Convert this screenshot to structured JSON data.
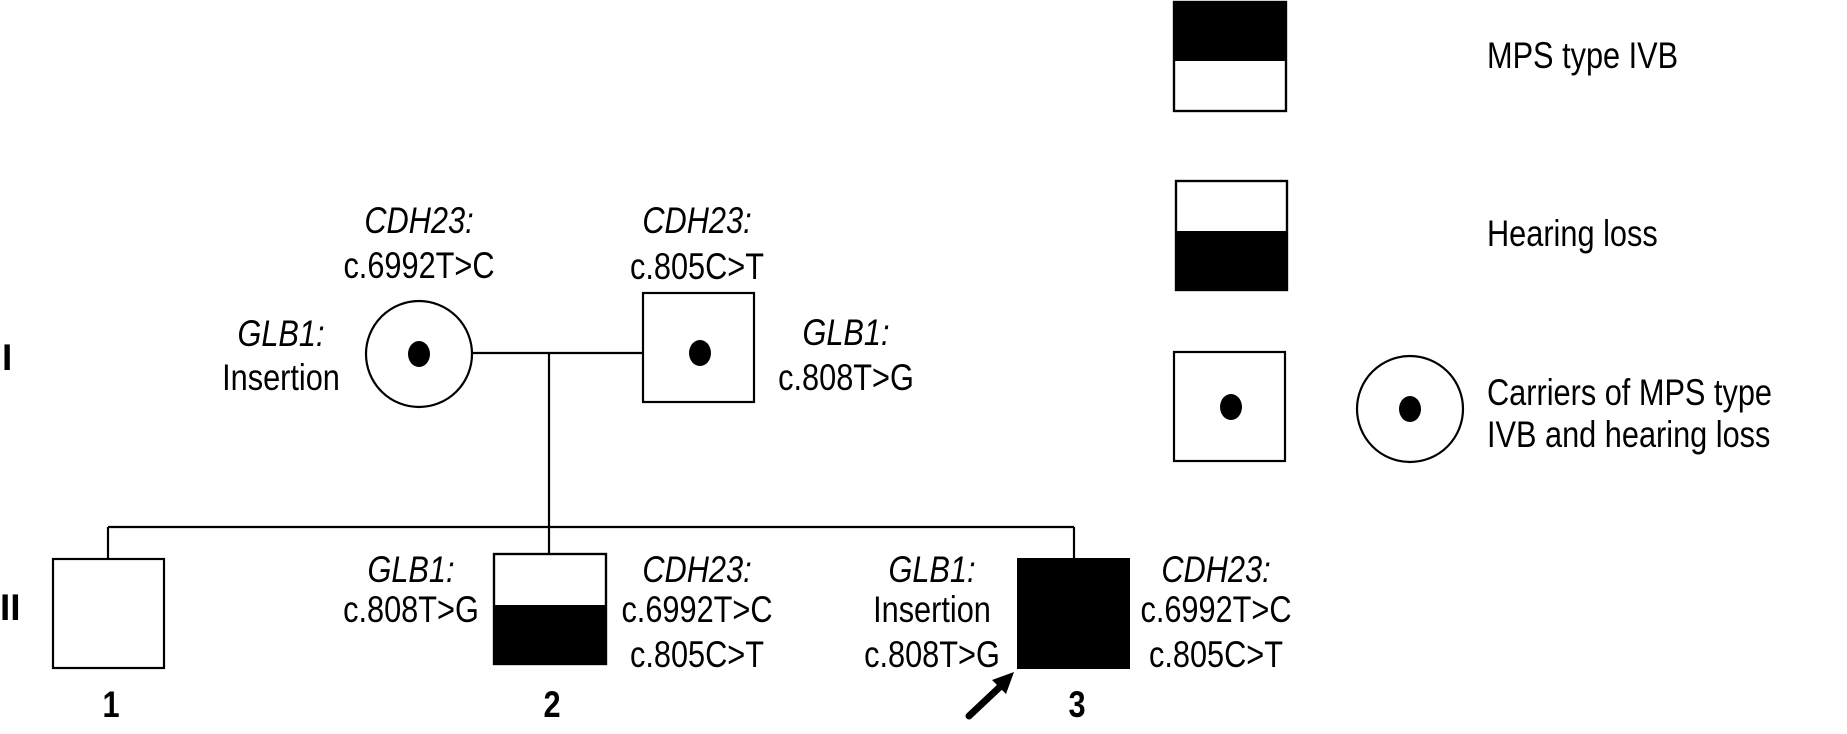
{
  "colors": {
    "ink": "#000000",
    "background": "#ffffff"
  },
  "generations": [
    {
      "label": "I"
    },
    {
      "label": "II"
    }
  ],
  "generation_I": {
    "mother": {
      "sex": "female",
      "status": "carrier",
      "top_gene": "CDH23:",
      "top_variant": "c.6992T>C",
      "side_gene": "GLB1:",
      "side_variant": "Insertion"
    },
    "father": {
      "sex": "male",
      "status": "carrier",
      "top_gene": "CDH23:",
      "top_variant": "c.805C>T",
      "side_gene": "GLB1:",
      "side_variant": "c.808T>G"
    }
  },
  "generation_II": [
    {
      "number": "1",
      "sex": "male",
      "status": "unaffected"
    },
    {
      "number": "2",
      "sex": "male",
      "status": "hearing loss",
      "left_gene": "GLB1:",
      "left_variants": [
        "c.808T>G"
      ],
      "right_gene": "CDH23:",
      "right_variants": [
        "c.6992T>C",
        "c.805C>T"
      ]
    },
    {
      "number": "3",
      "sex": "male",
      "status": "MPS type IVB and hearing loss",
      "proband": true,
      "left_gene": "GLB1:",
      "left_variants": [
        "Insertion",
        "c.808T>G"
      ],
      "right_gene": "CDH23:",
      "right_variants": [
        "c.6992T>C",
        "c.805C>T"
      ]
    }
  ],
  "legend": [
    {
      "symbol": "top-half-filled-square",
      "label": "MPS type IVB"
    },
    {
      "symbol": "bottom-half-filled-square",
      "label": "Hearing loss"
    },
    {
      "symbol": "dotted-square-and-circle",
      "label_lines": [
        "Carriers of MPS type",
        "IVB and hearing loss"
      ]
    }
  ]
}
